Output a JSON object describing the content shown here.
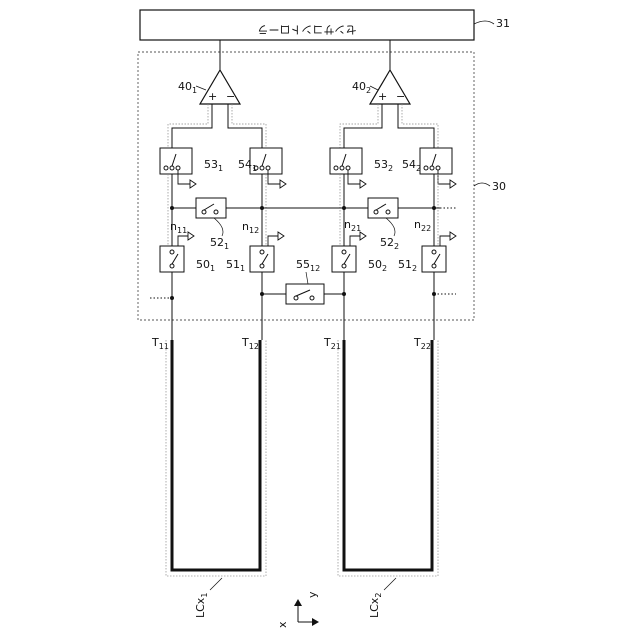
{
  "controller": {
    "label": "センサコントローラ",
    "ref": "31"
  },
  "sensor_block": {
    "ref": "30"
  },
  "amplifiers": [
    {
      "base": "40",
      "sub": "1",
      "plus": "+",
      "minus": "−"
    },
    {
      "base": "40",
      "sub": "2",
      "plus": "+",
      "minus": "−"
    }
  ],
  "switches": {
    "s53_1": {
      "base": "53",
      "sub": "1"
    },
    "s54_1": {
      "base": "54",
      "sub": "1"
    },
    "s53_2": {
      "base": "53",
      "sub": "2"
    },
    "s54_2": {
      "base": "54",
      "sub": "2"
    },
    "s52_1": {
      "base": "52",
      "sub": "1"
    },
    "s52_2": {
      "base": "52",
      "sub": "2"
    },
    "s50_1": {
      "base": "50",
      "sub": "1"
    },
    "s51_1": {
      "base": "51",
      "sub": "1"
    },
    "s50_2": {
      "base": "50",
      "sub": "2"
    },
    "s51_2": {
      "base": "51",
      "sub": "2"
    },
    "s55_12": {
      "base": "55",
      "sub": "12"
    }
  },
  "nodes": [
    {
      "base": "n",
      "sub": "11"
    },
    {
      "base": "n",
      "sub": "12"
    },
    {
      "base": "n",
      "sub": "21"
    },
    {
      "base": "n",
      "sub": "22"
    }
  ],
  "terminals": [
    {
      "base": "T",
      "sub": "11"
    },
    {
      "base": "T",
      "sub": "12"
    },
    {
      "base": "T",
      "sub": "21"
    },
    {
      "base": "T",
      "sub": "22"
    }
  ],
  "loops": [
    {
      "base": "LCx",
      "sub": "1"
    },
    {
      "base": "LCx",
      "sub": "2"
    }
  ],
  "axes": {
    "x": "x",
    "y": "y"
  }
}
